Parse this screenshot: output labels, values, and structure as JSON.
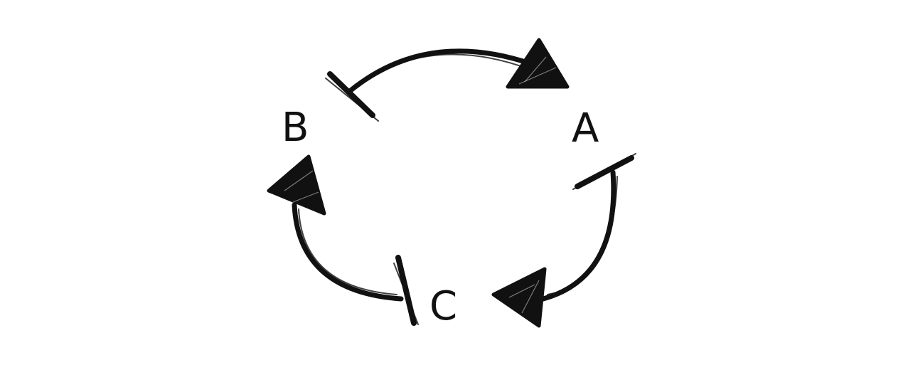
{
  "nodes": {
    "a": {
      "label": "A"
    },
    "b": {
      "label": "B"
    },
    "c": {
      "label": "C"
    }
  },
  "edges": [
    {
      "from": "B",
      "to": "A"
    },
    {
      "from": "A",
      "to": "C"
    },
    {
      "from": "C",
      "to": "B"
    }
  ],
  "style": {
    "ink_color": "#111111",
    "background_color": "#ffffff",
    "stroke_style": "hand-drawn brush",
    "arrowhead_shape": "filled triangle",
    "tail_shape": "perpendicular bar"
  }
}
